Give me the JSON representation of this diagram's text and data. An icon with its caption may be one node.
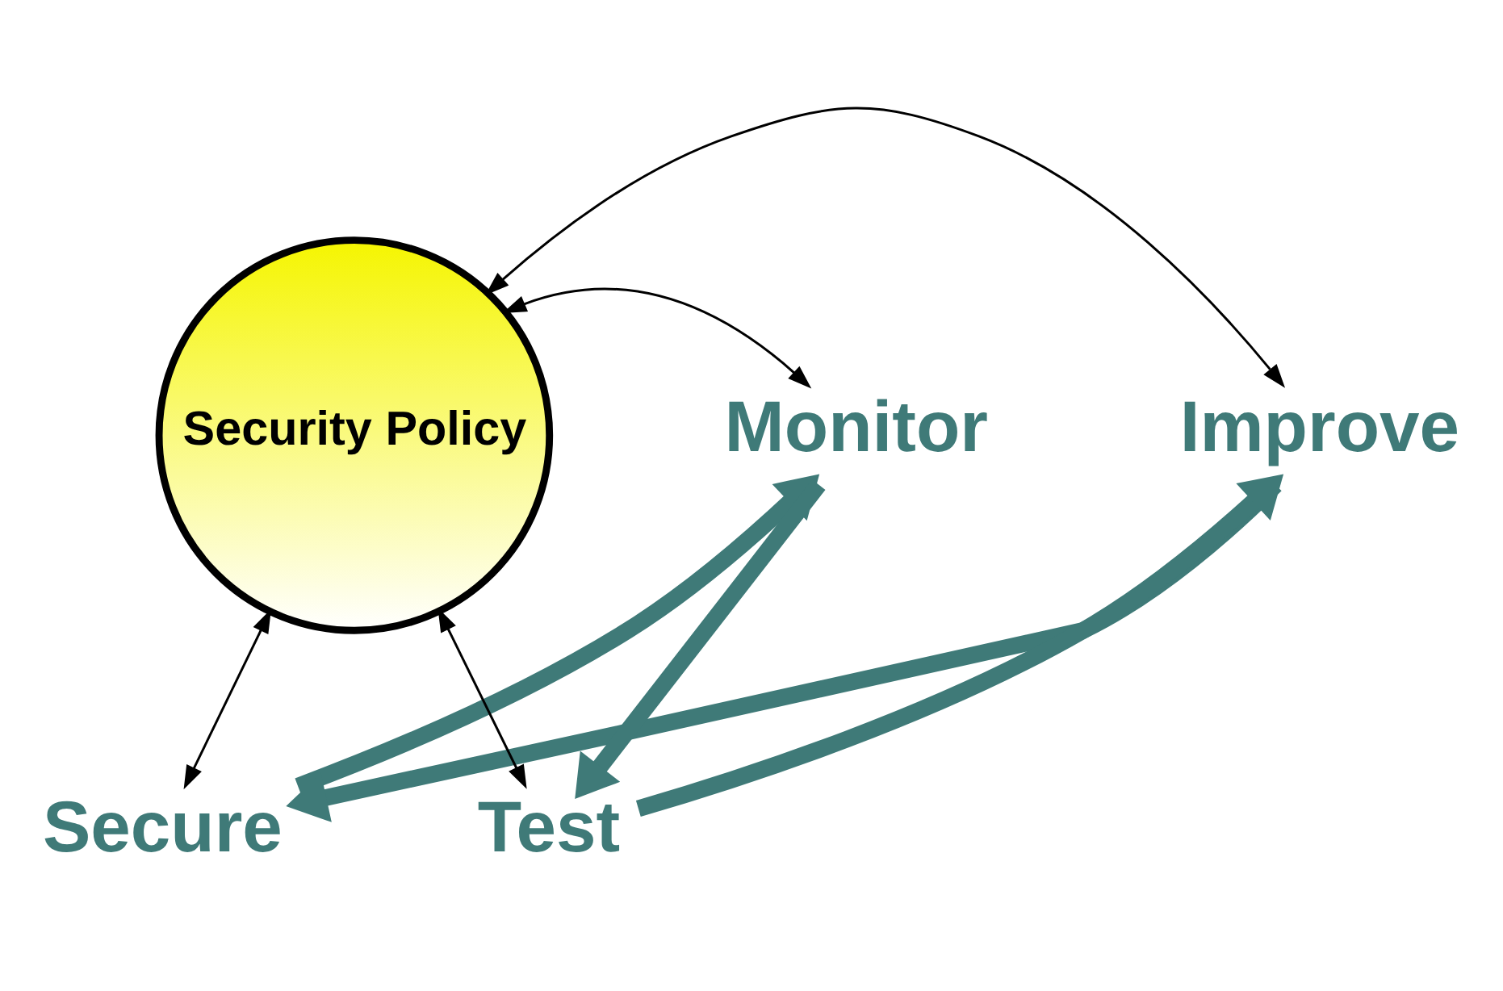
{
  "diagram": {
    "nodes": [
      {
        "text": [
          "Security Policy"
        ]
      },
      {
        "text": [
          "Secure"
        ]
      },
      {
        "text": [
          "Monitor"
        ]
      },
      {
        "text": [
          "Test"
        ]
      },
      {
        "text": [
          "Improve"
        ]
      }
    ],
    "edges": [
      {
        "from": 0,
        "to": 1,
        "arrow": "both"
      },
      {
        "from": 0,
        "to": 4,
        "arrow": "both"
      },
      {
        "from": 0,
        "to": 2,
        "arrow": "both"
      },
      {
        "from": 0,
        "to": 3,
        "arrow": "both"
      },
      {
        "from": 1,
        "to": 2,
        "arrow": "to",
        "style": "thick",
        "color": "#3f7a78"
      },
      {
        "from": 2,
        "to": 3,
        "arrow": "to",
        "style": "thick",
        "color": "#3f7a78"
      },
      {
        "from": 3,
        "to": 4,
        "arrow": "to",
        "style": "thick",
        "color": "#3f7a78"
      },
      {
        "from": 4,
        "to": 1,
        "arrow": "to",
        "style": "thick",
        "color": "#3f7a78"
      }
    ]
  }
}
